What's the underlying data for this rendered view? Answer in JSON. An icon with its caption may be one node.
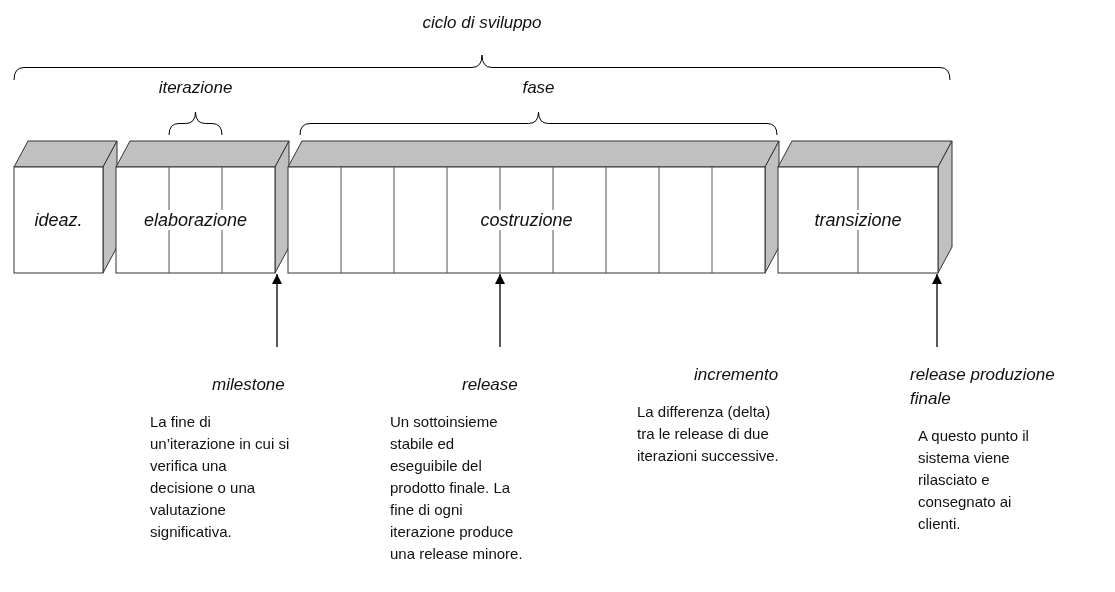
{
  "diagram": {
    "nodes": [
      {
        "text": [
          "ideaz."
        ]
      },
      {
        "text": [
          "elaborazione"
        ]
      },
      {
        "text": [
          "costruzione"
        ]
      },
      {
        "text": [
          "transizione"
        ]
      },
      {
        "text": [
          "milestone",
          "La fine di un’iterazione in cui si verifica una decisione o una valutazione significativa."
        ]
      },
      {
        "text": [
          "release",
          "Un sottoinsieme stabile ed eseguibile del prodotto finale. La fine di ogni iterazione produce una release minore."
        ]
      },
      {
        "text": [
          "incremento",
          "La differenza (delta) tra le release di due iterazioni successive."
        ]
      },
      {
        "text": [
          "release produzione finale",
          "A questo punto il sistema viene rilasciato e consegnato ai clienti."
        ]
      }
    ],
    "edges": [
      {
        "from": 4,
        "to": 1,
        "arrow": "to"
      },
      {
        "from": 5,
        "to": 2,
        "arrow": "to"
      },
      {
        "from": 7,
        "to": 3,
        "arrow": "to"
      }
    ],
    "labels": [
      "ciclo di sviluppo",
      "iterazione",
      "fase"
    ]
  }
}
